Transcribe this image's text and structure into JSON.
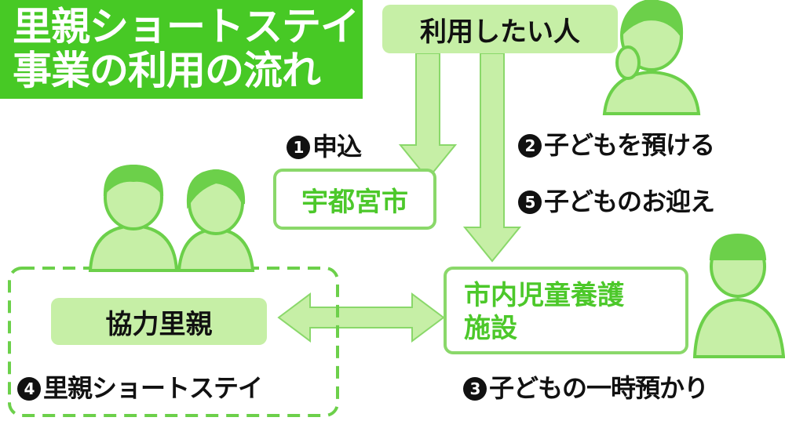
{
  "title": {
    "line1": "里親ショートステイ",
    "line2": "事業の利用の流れ"
  },
  "nodes": {
    "user": "利用したい人",
    "city": "宇都宮市",
    "foster": "協力里親",
    "facility_line1": "市内児童養護",
    "facility_line2": "施設"
  },
  "steps": [
    {
      "num": "1",
      "text": "申込"
    },
    {
      "num": "2",
      "text": "子どもを預ける"
    },
    {
      "num": "3",
      "text": "子どもの一時預かり"
    },
    {
      "num": "4",
      "text": "里親ショートステイ"
    },
    {
      "num": "5",
      "text": "子どものお迎え"
    }
  ],
  "colors": {
    "title_bg": "#47c925",
    "light_fill": "#c6efa6",
    "stroke": "#8ad86a"
  }
}
